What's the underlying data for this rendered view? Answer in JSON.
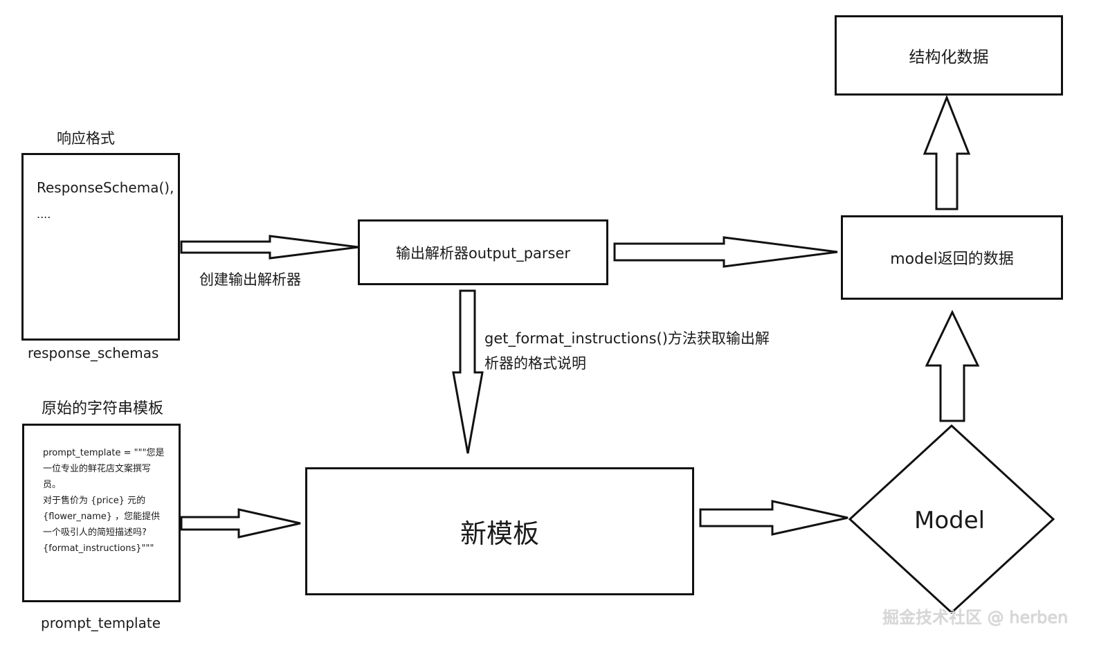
{
  "response_format": {
    "heading": "响应格式",
    "box_lines": [
      "ResponseSchema(),",
      "...."
    ],
    "caption": "response_schemas"
  },
  "create_parser_label": "创建输出解析器",
  "parser_box": {
    "label": "输出解析器output_parser"
  },
  "format_instructions_label": [
    "get_format_instructions()方法获取输出解",
    "析器的格式说明"
  ],
  "raw_template": {
    "heading": "原始的字符串模板",
    "box_lines": [
      "prompt_template = \"\"\"您是",
      "一位专业的鲜花店文案撰写",
      "员。",
      "对于售价为 {price} 元的",
      "{flower_name} ，您能提供",
      "一个吸引人的简短描述吗?",
      "{format_instructions}\"\"\""
    ],
    "caption": "prompt_template"
  },
  "new_template": {
    "label": "新模板"
  },
  "model": {
    "label": "Model"
  },
  "model_output": {
    "label": "model返回的数据"
  },
  "structured_data": {
    "label": "结构化数据"
  },
  "watermark": "掘金技术社区 @ herben"
}
